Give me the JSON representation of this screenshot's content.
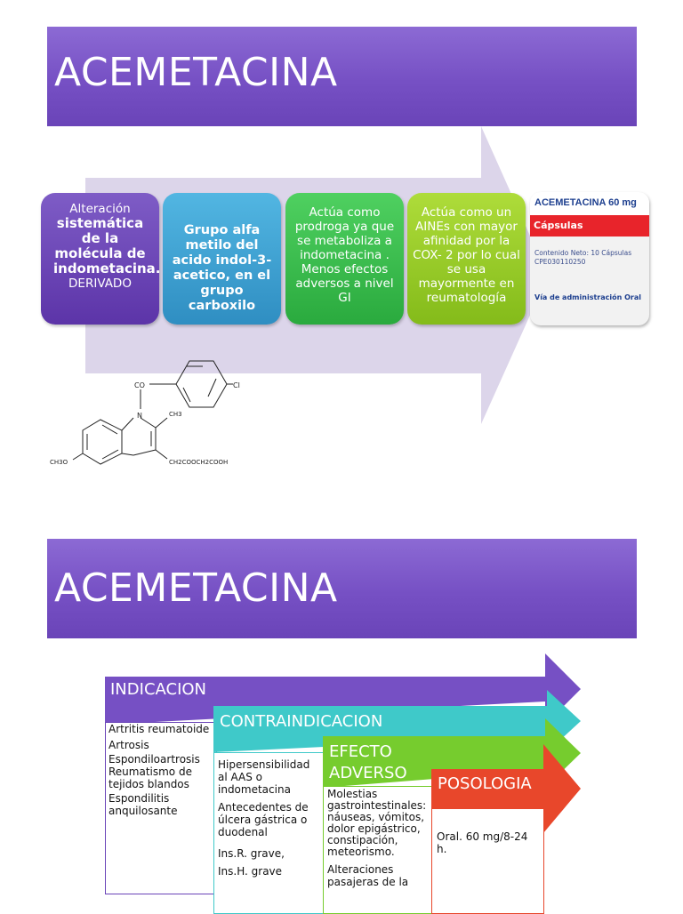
{
  "slide1": {
    "title": "ACEMETACINA",
    "boxes": [
      {
        "lead": "Alteración",
        "rest": "sistemática de la molécula de indometacina.",
        "tail": "DERIVADO"
      },
      {
        "text": "Grupo alfa metilo del acido indol-3- acetico, en el grupo carboxilo"
      },
      {
        "text": "Actúa como prodroga ya que se metaboliza a indometacina . Menos efectos adversos a nivel GI"
      },
      {
        "text": "Actúa como un AINEs con mayor afinidad por la COX- 2 por lo cual se usa mayormente en reumatología"
      }
    ],
    "package": {
      "name": "ACEMETACINA 60 mg",
      "form": "Cápsulas",
      "contenido": "Contenido Neto: 10 Cápsulas",
      "code": "CPE030110250",
      "via": "Vía de administración Oral"
    },
    "structure": {
      "co": "CO",
      "cl": "Cl",
      "n": "N",
      "ch3": "CH3",
      "och3": "CH3O",
      "sidechain": "CH2COOCH2COOH"
    }
  },
  "slide2": {
    "title": "ACEMETACINA",
    "colors": {
      "indicacion": "#7650c4",
      "contraindicacion": "#3fc9c9",
      "efecto": "#76cc2e",
      "posologia": "#e8472b"
    },
    "indicacion": {
      "header": "INDICACION",
      "items": [
        "Artritis reumatoide",
        "Artrosis",
        "Espondiloartrosis Reumatismo de tejidos blandos",
        "Espondilitis anquilosante"
      ]
    },
    "contraindicacion": {
      "header": "CONTRAINDICACION",
      "items": [
        "Hipersensibilidad al AAS o indometacina",
        "Antecedentes de úlcera gástrica o duodenal",
        "Ins.R. grave,",
        "Ins.H. grave"
      ]
    },
    "efecto": {
      "header": "EFECTO ADVERSO",
      "items": [
        "Molestias gastrointestinales: náuseas, vómitos, dolor epigástrico, constipación, meteorismo.",
        "Alteraciones pasajeras de la"
      ]
    },
    "posologia": {
      "header": "POSOLOGIA",
      "items": [
        "Oral. 60 mg/8-24 h."
      ]
    }
  }
}
